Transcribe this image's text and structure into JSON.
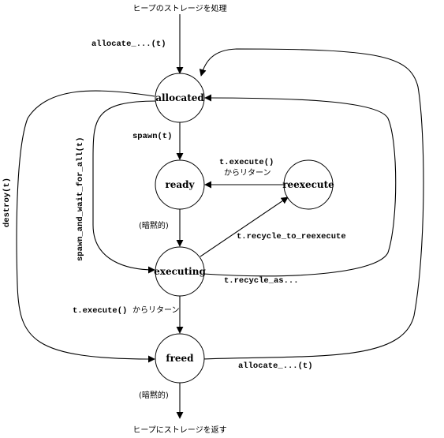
{
  "diagram": {
    "states": {
      "allocated": "allocated",
      "ready": "ready",
      "reexecute": "reexecute",
      "executing": "executing",
      "freed": "freed"
    },
    "labels": {
      "entry": "ヒープのストレージを処理",
      "exit": "ヒープにストレージを返す",
      "allocate_top": "allocate_...(t)",
      "allocate_bottom": "allocate_...(t)",
      "spawn": "spawn(t)",
      "spawn_wait": "spawn_and_wait_for_all(t)",
      "destroy": "destroy(t)",
      "execute_reexec_code": "t.execute()",
      "execute_reexec_jp": "からリターン",
      "implicit_1": "(暗黙的)",
      "recycle_reexecute": "t.recycle_to_reexecute",
      "recycle_as": "t.recycle_as...",
      "execute_exec_code": "t.execute()",
      "execute_exec_jp": "からリターン",
      "implicit_2": "(暗黙的)"
    }
  }
}
